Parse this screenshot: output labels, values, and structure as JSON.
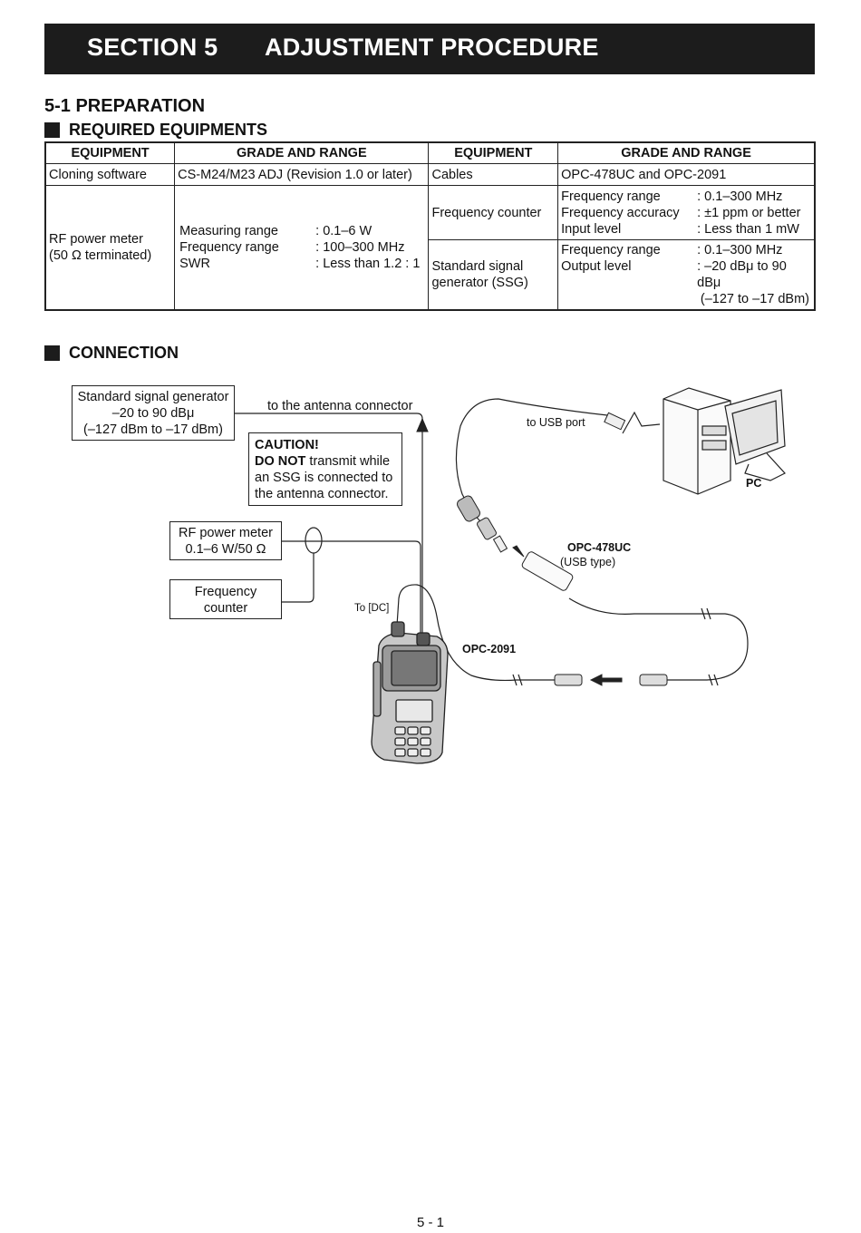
{
  "header": {
    "section": "SECTION 5",
    "title": "ADJUSTMENT PROCEDURE"
  },
  "preparation": {
    "heading": "5-1 PREPARATION",
    "required_heading": "REQUIRED EQUIPMENTS",
    "columns": [
      "EQUIPMENT",
      "GRADE AND RANGE",
      "EQUIPMENT",
      "GRADE AND RANGE"
    ],
    "cloning_software": {
      "name": "Cloning software",
      "grade": "CS-M24/M23 ADJ (Revision 1.0 or later)"
    },
    "cables": {
      "name": "Cables",
      "grade": "OPC-478UC and OPC-2091"
    },
    "rf_power_meter": {
      "name_line1": "RF power meter",
      "name_line2": "(50 Ω terminated)",
      "specs": [
        {
          "label": "Measuring range",
          "value": ": 0.1–6 W"
        },
        {
          "label": "Frequency range",
          "value": ": 100–300 MHz"
        },
        {
          "label": "SWR",
          "value": ": Less than 1.2 : 1"
        }
      ]
    },
    "frequency_counter": {
      "name": "Frequency counter",
      "specs": [
        {
          "label": "Frequency range",
          "value": ": 0.1–300 MHz"
        },
        {
          "label": "Frequency accuracy",
          "value": ": ±1 ppm or better"
        },
        {
          "label": "Input level",
          "value": ": Less than 1 mW"
        }
      ]
    },
    "ssg": {
      "name_line1": "Standard signal",
      "name_line2": "generator (SSG)",
      "specs": [
        {
          "label": "Frequency range",
          "value": ": 0.1–300 MHz"
        },
        {
          "label": "Output level",
          "value": ": –20 dBμ to 90 dBμ"
        }
      ],
      "extra": "(–127 to –17 dBm)"
    }
  },
  "connection": {
    "heading": "CONNECTION",
    "ssg_box": [
      "Standard signal generator",
      "–20 to 90 dBμ",
      "(–127 dBm to –17 dBm)"
    ],
    "antenna_label": "to the antenna connector",
    "caution": {
      "title": "CAUTION!",
      "bold": "DO NOT",
      "line1_rest": " transmit while",
      "line2": "an SSG is connected to",
      "line3": "the antenna connector."
    },
    "rf_box": [
      "RF power meter",
      "0.1–6 W/50 Ω"
    ],
    "fc_box": [
      "Frequency",
      "counter"
    ],
    "usb_port": "to USB port",
    "pc": "PC",
    "opc478": "OPC-478UC",
    "usb_type": "(USB type)",
    "to_dc": "To [DC]",
    "opc2091": "OPC-2091"
  },
  "footer": {
    "page": "5 - 1"
  }
}
